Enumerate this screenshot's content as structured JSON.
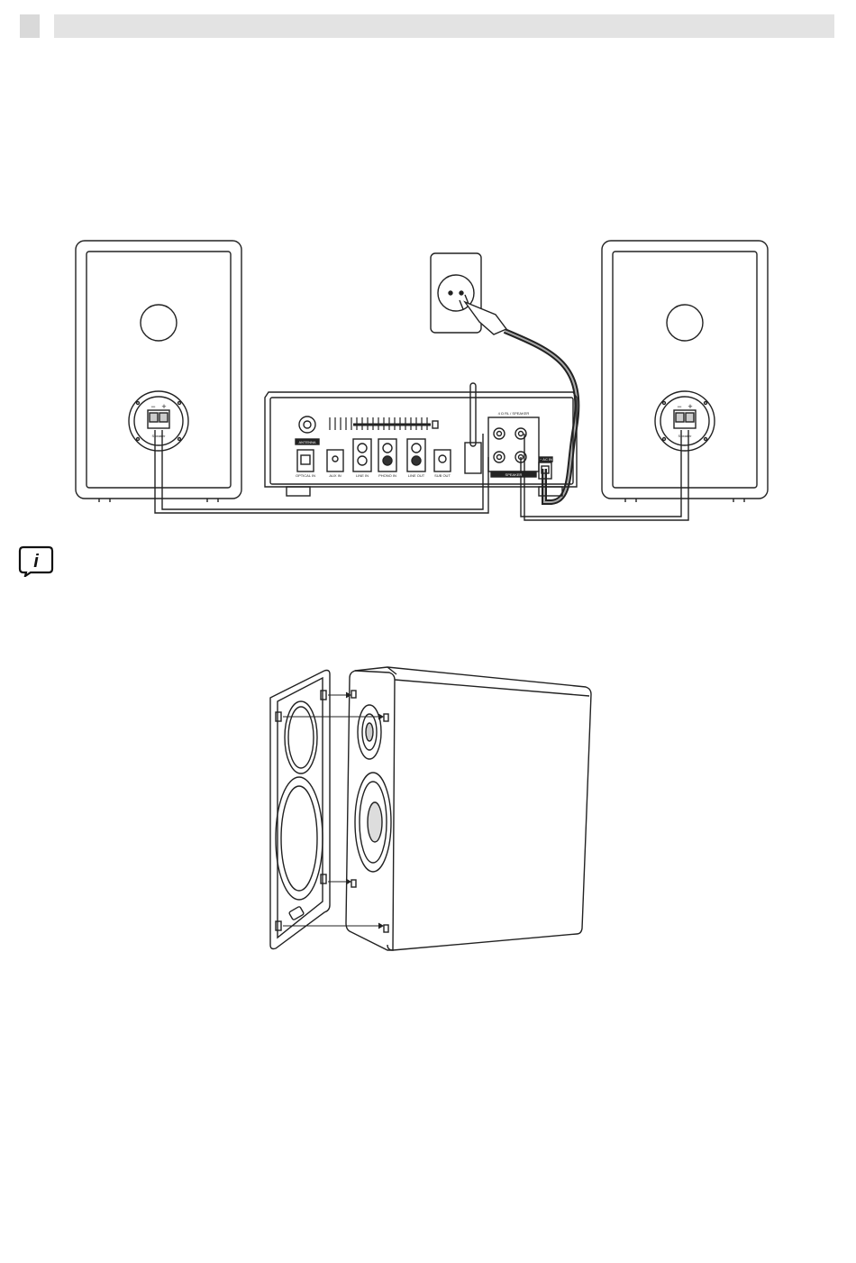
{
  "header": {
    "page_number": "",
    "chapter_title": ""
  },
  "colors": {
    "line": "#222222",
    "gray_fill": "#d0d0d0",
    "header_gray": "#e3e3e3",
    "tab_gray": "#d9d9d9"
  },
  "connection_figure": {
    "jack_labels": [
      "OPTICAL IN",
      "AUX IN",
      "LINE IN",
      "PHONO IN",
      "LINE OUT",
      "SUB OUT"
    ],
    "antenna_label": "ANTENNA",
    "speaker_label": "SPEAKER",
    "speaker_header": "4 Ω RL / SPEAKER",
    "power_label": "~ AC IN",
    "terminal_minus": "−",
    "terminal_plus": "+",
    "terminal_label": "Speaker"
  },
  "info_icon": {
    "name": "info-icon",
    "glyph": "i"
  }
}
